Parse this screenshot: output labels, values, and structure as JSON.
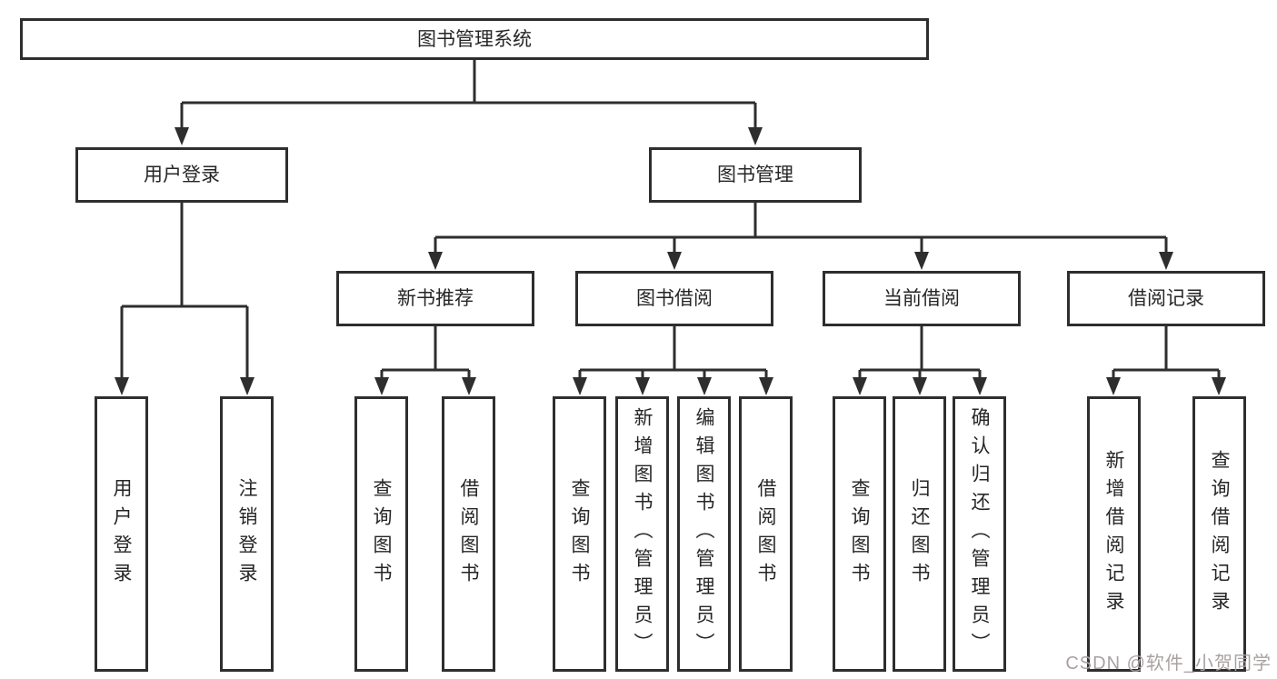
{
  "root": {
    "label": "图书管理系统"
  },
  "branches": [
    {
      "label": "用户登录",
      "children": [
        {
          "label": "用户登录"
        },
        {
          "label": "注销登录"
        }
      ]
    },
    {
      "label": "图书管理",
      "children": [
        {
          "label": "新书推荐",
          "children": [
            {
              "label": "查询图书"
            },
            {
              "label": "借阅图书"
            }
          ]
        },
        {
          "label": "图书借阅",
          "children": [
            {
              "label": "查询图书"
            },
            {
              "label": "新增图书（管理员）"
            },
            {
              "label": "编辑图书（管理员）"
            },
            {
              "label": "借阅图书"
            }
          ]
        },
        {
          "label": "当前借阅",
          "children": [
            {
              "label": "查询图书"
            },
            {
              "label": "归还图书"
            },
            {
              "label": "确认归还（管理员）"
            }
          ]
        },
        {
          "label": "借阅记录",
          "children": [
            {
              "label": "新增借阅记录"
            },
            {
              "label": "查询借阅记录"
            }
          ]
        }
      ]
    }
  ],
  "watermark": {
    "text": "CSDN @软件_小贺同学"
  },
  "colors": {
    "line": "#2e2e2e",
    "box_border": "#2e2e2e",
    "text": "#262626",
    "watermark": "#a9a1a2",
    "background": "#ffffff"
  }
}
